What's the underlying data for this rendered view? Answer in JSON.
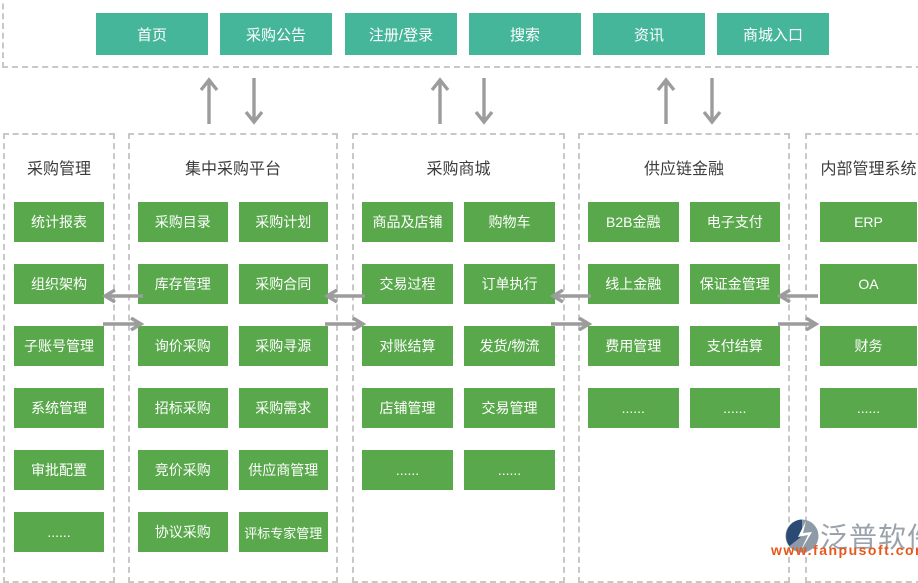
{
  "colors": {
    "teal": "#46b69b",
    "green": "#59a94c",
    "dash": "#c8c8c8",
    "arrow": "#9c9c9c",
    "title": "#3d3d3d",
    "logo-gray": "#9aa2ab",
    "logo-orange": "#e8571b",
    "logo-navy": "#2b4a74"
  },
  "top_nav": {
    "items": [
      "首页",
      "采购公告",
      "注册/登录",
      "搜索",
      "资讯",
      "商城入口"
    ]
  },
  "columns": [
    {
      "title": "采购管理",
      "items": [
        "统计报表",
        "组织架构",
        "子账号管理",
        "系统管理",
        "审批配置",
        "......"
      ]
    },
    {
      "title": "集中采购平台",
      "items": [
        "采购目录",
        "采购计划",
        "库存管理",
        "采购合同",
        "询价采购",
        "采购寻源",
        "招标采购",
        "采购需求",
        "竞价采购",
        "供应商管理",
        "协议采购",
        "评标专家管理"
      ]
    },
    {
      "title": "采购商城",
      "items": [
        "商品及店铺",
        "购物车",
        "交易过程",
        "订单执行",
        "对账结算",
        "发货/物流",
        "店铺管理",
        "交易管理",
        "......",
        "......"
      ]
    },
    {
      "title": "供应链金融",
      "items": [
        "B2B金融",
        "电子支付",
        "线上金融",
        "保证金管理",
        "费用管理",
        "支付结算",
        "......",
        "......"
      ]
    },
    {
      "title": "内部管理系统",
      "items": [
        "ERP",
        "OA",
        "财务",
        "......"
      ]
    }
  ],
  "watermark": {
    "brand": "泛普软件",
    "url": "www.fanpusoft.com"
  }
}
